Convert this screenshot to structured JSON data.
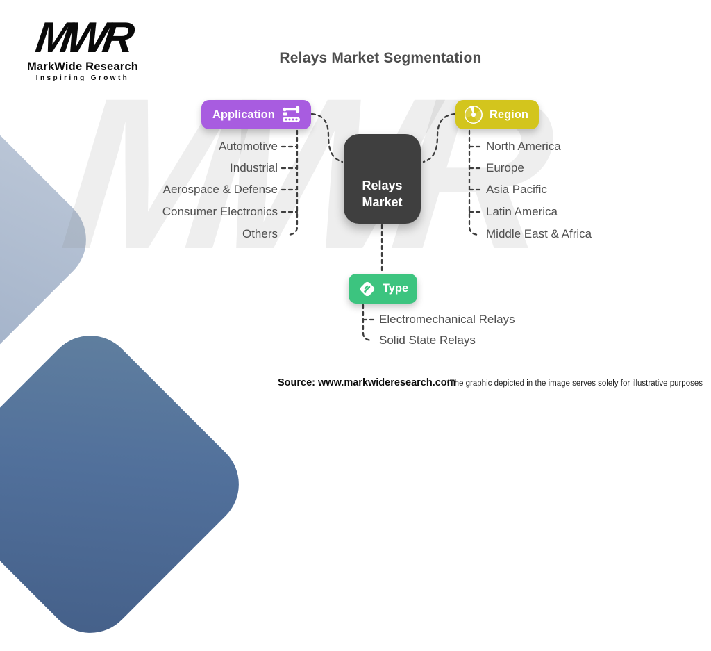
{
  "logo": {
    "mark": "MWR",
    "name": "MarkWide Research",
    "tagline": "Inspiring Growth"
  },
  "title": "Relays Market Segmentation",
  "watermark": "MWR",
  "center": {
    "line1": "Relays",
    "line2": "Market"
  },
  "branches": {
    "application": {
      "label": "Application",
      "icon": "robot-arm-conveyor-icon",
      "color": "#a85ce0",
      "items": [
        "Automotive",
        "Industrial",
        "Aerospace & Defense",
        "Consumer Electronics",
        "Others"
      ]
    },
    "region": {
      "label": "Region",
      "icon": "globe-icon",
      "color": "#d3c51d",
      "items": [
        "North America",
        "Europe",
        "Asia Pacific",
        "Latin America",
        "Middle East & Africa"
      ]
    },
    "type": {
      "label": "Type",
      "icon": "diamond-tag-icon",
      "color": "#3cc47f",
      "items": [
        "Electromechanical Relays",
        "Solid State Relays"
      ]
    }
  },
  "footer": {
    "source": "Source: www.markwideresearch.com",
    "disclaimer": "*The graphic depicted in the image serves solely for illustrative purposes"
  }
}
